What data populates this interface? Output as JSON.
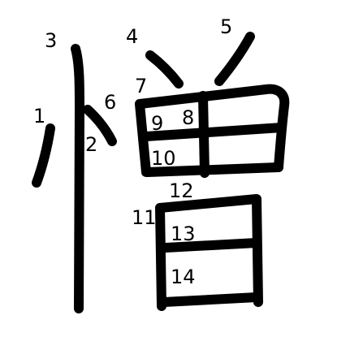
{
  "character": {
    "stroke_color": "#000000",
    "background_color": "#ffffff",
    "stroke_numbers": [
      "1",
      "2",
      "3",
      "4",
      "5",
      "6",
      "7",
      "8",
      "9",
      "10",
      "11",
      "12",
      "13",
      "14"
    ]
  }
}
